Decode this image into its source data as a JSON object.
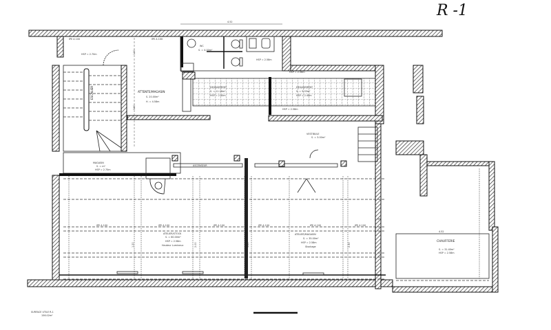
{
  "drawing": {
    "sheet_tag": "R -1",
    "top_dimension": "4.52",
    "rooms": {
      "stairwell": {
        "name": "ESCALIER",
        "note": "HSP = 2.70m"
      },
      "waiting_room": {
        "name": "ATTENTE/MAGASIN",
        "area": "S. 20.00m²",
        "height": "H. = 4.58m"
      },
      "wc": {
        "name": "WC",
        "area": "S. = 4.00m²"
      },
      "wc_dim": "HSP = 2.58m",
      "storage_left": {
        "name": "DEGAGEMENT",
        "area": "S. = 11.28m²",
        "height": "HSP = 2.40m"
      },
      "storage_right": {
        "name": "DEGAGEMENT",
        "area": "S. = 9.03m²",
        "height": "HSP = 2.40m"
      },
      "ceiling_top": "HSP = 2.58m",
      "ceiling_bottom": "HSP = 2.58m",
      "vestibule": {
        "name": "VESTIBULE",
        "area": "S. = 3.00m²"
      },
      "lift_zone": {
        "name": "MAGASIN",
        "area": "S. = m²",
        "height": "HSP = 2.70m"
      },
      "lift_label": "ASCENSEUR",
      "main_left": {
        "name": "ATELIER/STOCK",
        "area": "S. = 60.00m²",
        "height": "HSP = 2.58m",
        "note": "Hauteur Lumineux"
      },
      "main_right": {
        "name": "ATELIER/MAGASIN",
        "area": "S. = 35.00m²",
        "height": "HSP = 2.58m",
        "note": "Stockage"
      },
      "boiler": {
        "name": "CHAUFFERIE",
        "area": "S. = 31.40m²",
        "height": "HSP = 2.58m",
        "dim": "4.52"
      }
    },
    "beam_labels": [
      "IPE A 100",
      "IPE A 100",
      "IPE A 100",
      "IPE A 100",
      "IPE A 100",
      "IPE A 100"
    ],
    "beam_short": "IPE",
    "vertical_dims": [
      "1.20",
      "3.80",
      "1.20",
      "2.00",
      "1.20",
      "2.30"
    ],
    "footer_note": [
      "SURFACE UTILE R-1",
      "156.02m²"
    ]
  }
}
